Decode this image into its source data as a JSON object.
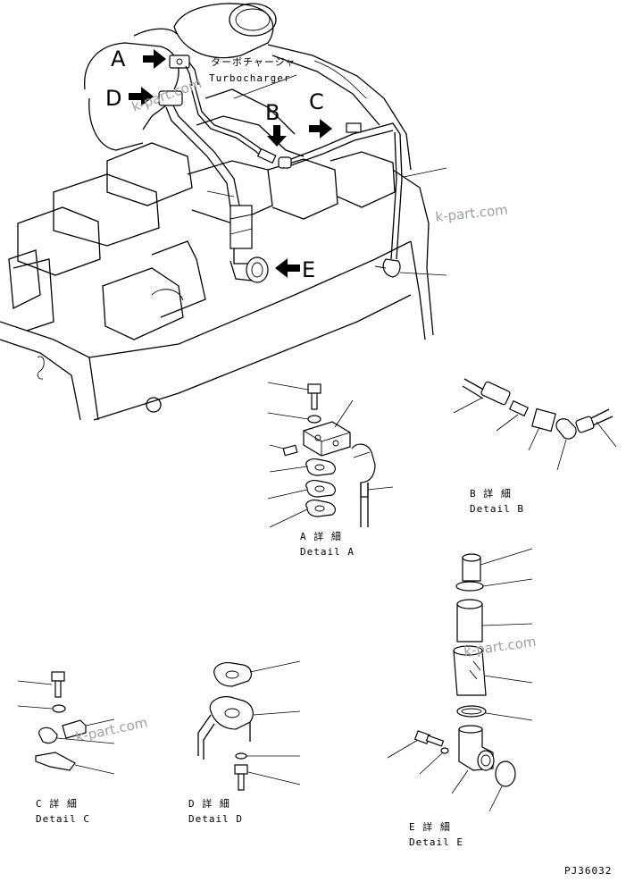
{
  "callouts": {
    "a": "A",
    "b": "B",
    "c": "C",
    "d": "D",
    "e": "E"
  },
  "turbocharger": {
    "jp": "ターボチャージャ",
    "en": "Turbocharger"
  },
  "details": {
    "a": {
      "jp": "A 詳 細",
      "en": "Detail A"
    },
    "b": {
      "jp": "B 詳 細",
      "en": "Detail B"
    },
    "c": {
      "jp": "C 詳 細",
      "en": "Detail C"
    },
    "d": {
      "jp": "D 詳 細",
      "en": "Detail D"
    },
    "e": {
      "jp": "E 詳 細",
      "en": "Detail E"
    }
  },
  "watermark": "k-part.com",
  "drawing_number": "PJ36032"
}
